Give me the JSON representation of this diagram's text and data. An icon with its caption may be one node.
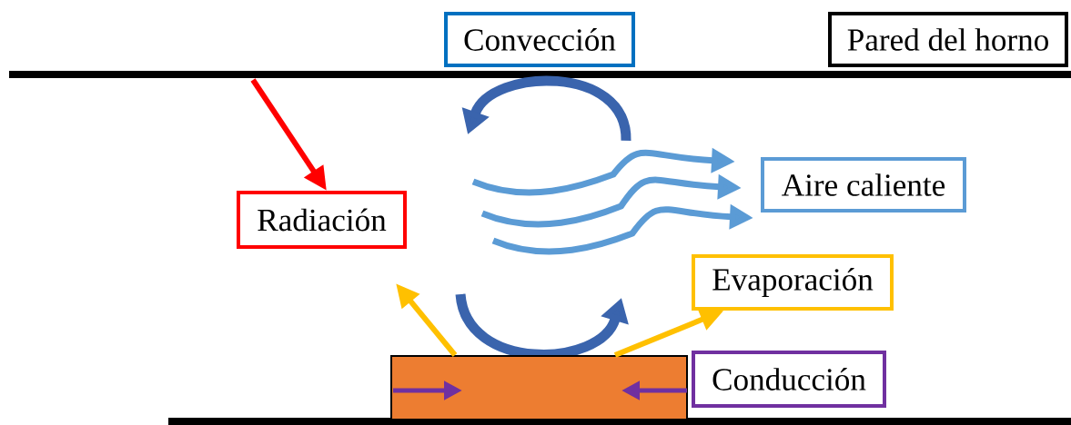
{
  "diagram": {
    "nodes": [
      {
        "text": [
          "Convección"
        ]
      },
      {
        "text": [
          "Pared del horno"
        ]
      },
      {
        "text": [
          "Radiación"
        ]
      },
      {
        "text": [
          "Aire caliente"
        ]
      },
      {
        "text": [
          "Evaporación"
        ]
      },
      {
        "text": [
          "Conducción"
        ]
      },
      {
        "text": [],
        "shape": "box"
      }
    ],
    "edges": [
      {
        "from": null,
        "to": 2,
        "arrow": "to",
        "color": "#ff0000"
      },
      {
        "from": 6,
        "to": null,
        "arrow": "to"
      },
      {
        "from": 6,
        "to": 4,
        "arrow": "to"
      }
    ]
  }
}
